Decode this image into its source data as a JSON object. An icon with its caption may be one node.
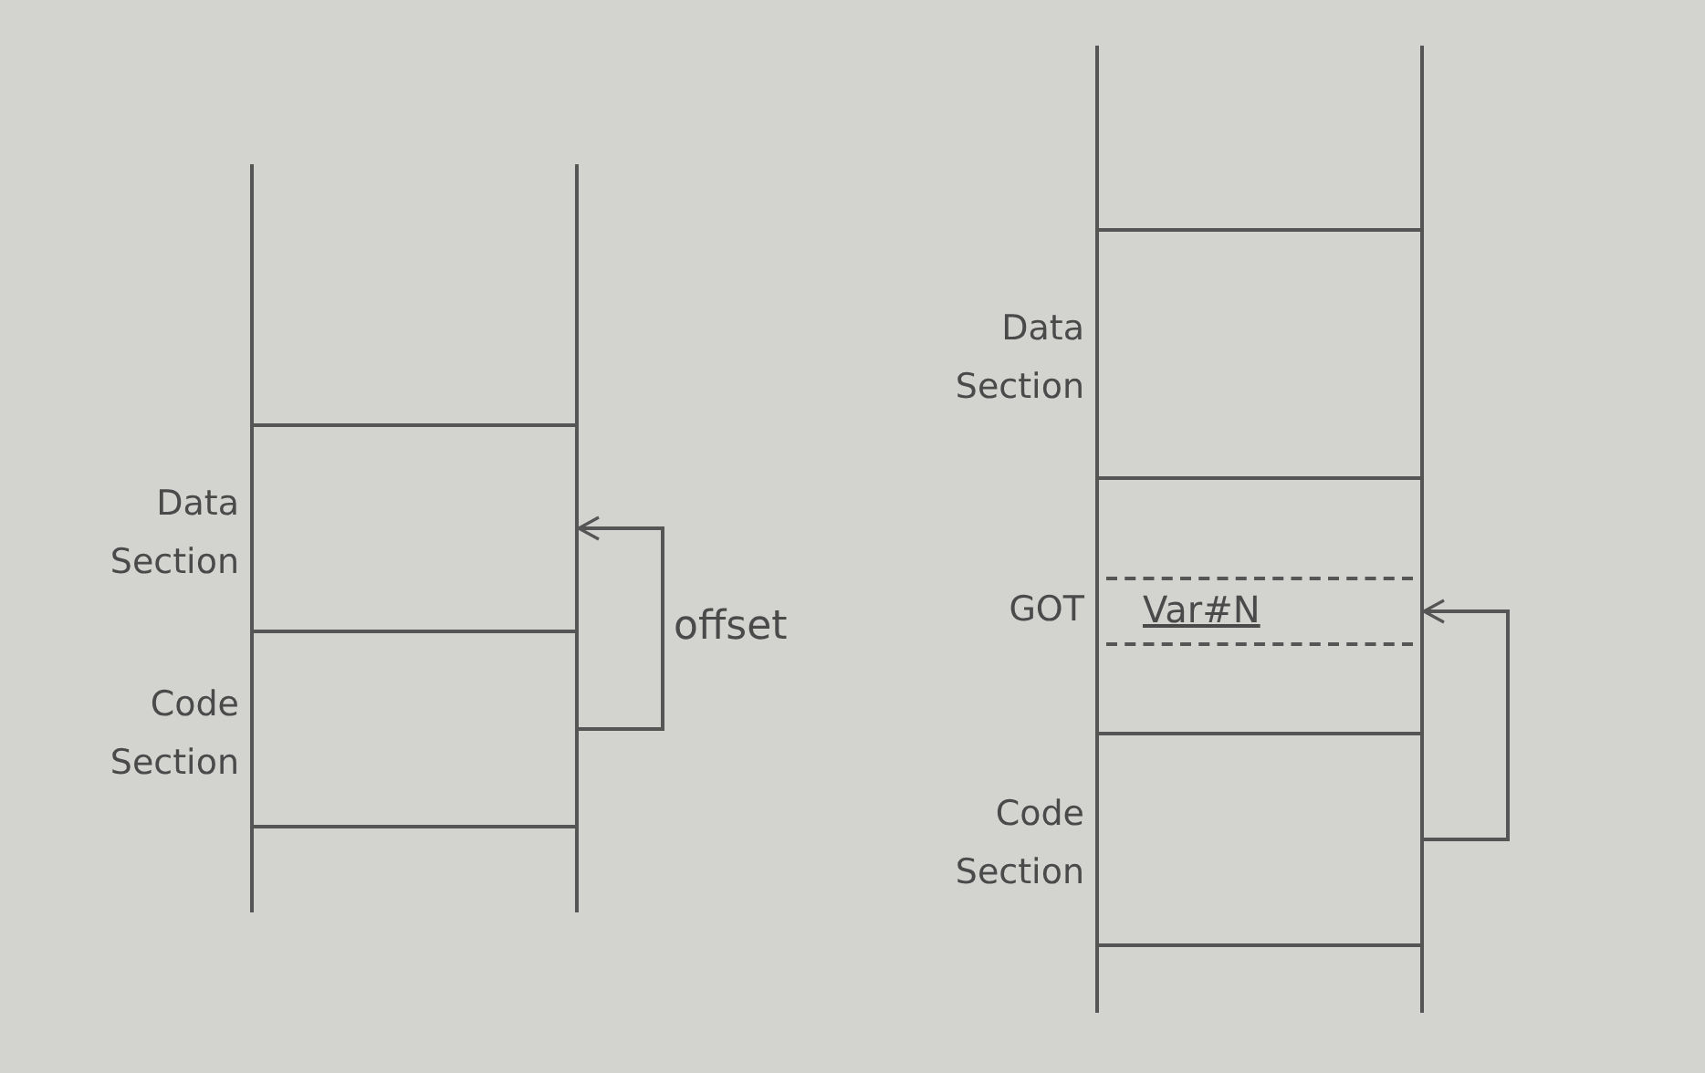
{
  "diagram": {
    "nodes": [
      {
        "text": [
          "Data Section"
        ]
      },
      {
        "text": [
          "Code Section"
        ]
      },
      {
        "text": [
          "Data Section"
        ]
      },
      {
        "text": [
          "GOT"
        ]
      },
      {
        "text": [
          "Var#N"
        ],
        "in": 3
      },
      {
        "text": [
          "Code Section"
        ]
      }
    ],
    "edges": [
      {
        "from": 1,
        "to": 0,
        "arrow": "to",
        "label": "offset"
      },
      {
        "from": 5,
        "to": 4,
        "arrow": "to"
      }
    ]
  }
}
